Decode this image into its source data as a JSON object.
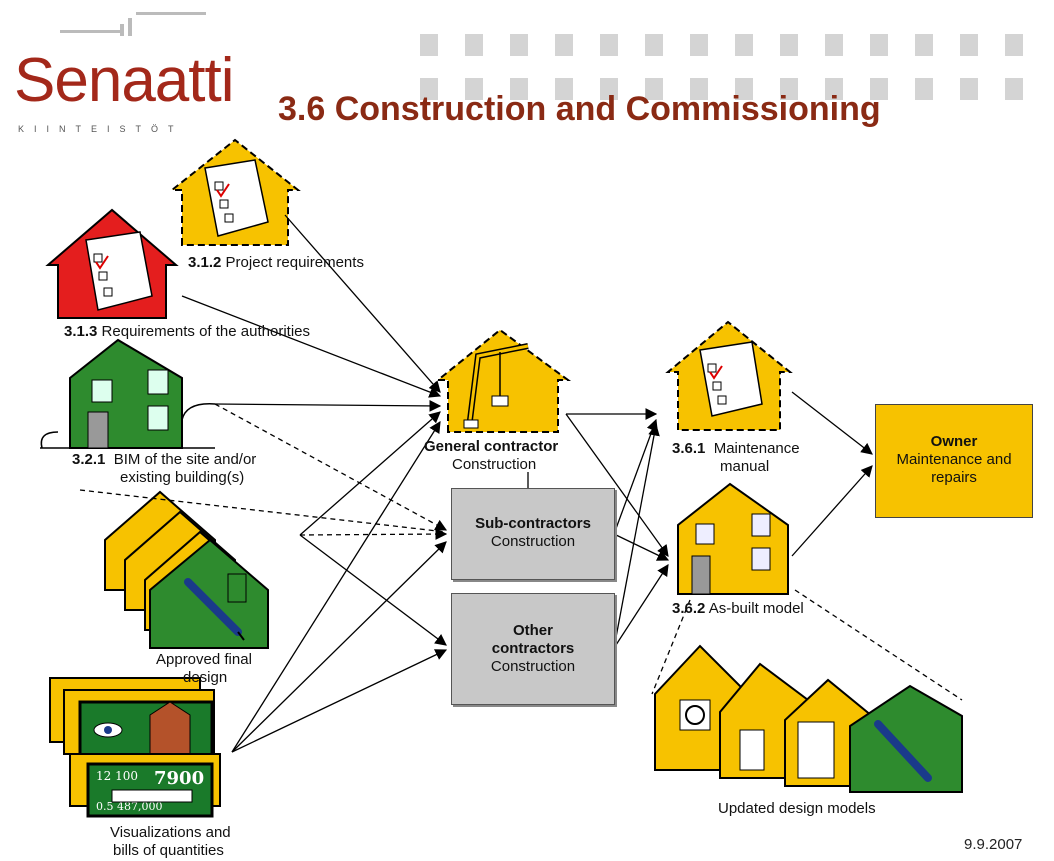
{
  "logo": {
    "word": "Senaatti",
    "sub": "KIINTEISTÖT"
  },
  "title": "3.6 Construction and Commissioning",
  "date": "9.9.2007",
  "inputs": {
    "project_req": {
      "num": "3.1.2",
      "text": "Project requirements"
    },
    "authorities": {
      "num": "3.1.3",
      "text": "Requirements of the authorities"
    },
    "bim": {
      "num": "3.2.1",
      "text": "BIM of the site  and/or",
      "text2": "existing building(s)"
    },
    "approved": {
      "line1": "Approved final",
      "line2": "design"
    },
    "visual": {
      "line1": "Visualizations and",
      "line2": "bills of quantities"
    }
  },
  "contractors": {
    "general": {
      "title": "General contractor",
      "sub": "Construction"
    },
    "sub": {
      "title_bold": "S",
      "title_rest": "ub-contractors",
      "sub": "Construction"
    },
    "other": {
      "line1": "Other",
      "line2": "contractors",
      "sub": "Construction"
    }
  },
  "outputs": {
    "manual": {
      "num": "3.6.1",
      "text": "Maintenance",
      "text2": "manual"
    },
    "asbuilt": {
      "num": "3.6.2",
      "text": "As-built model"
    },
    "updated": {
      "text": "Updated design models"
    }
  },
  "owner": {
    "title": "Owner",
    "line1": "Maintenance and",
    "line2": "repairs"
  },
  "colors": {
    "yellow": "#f7c200",
    "red": "#e41e1e",
    "green": "#2e8b2e",
    "gray": "#c8c8c8",
    "brand": "#a3281a"
  }
}
